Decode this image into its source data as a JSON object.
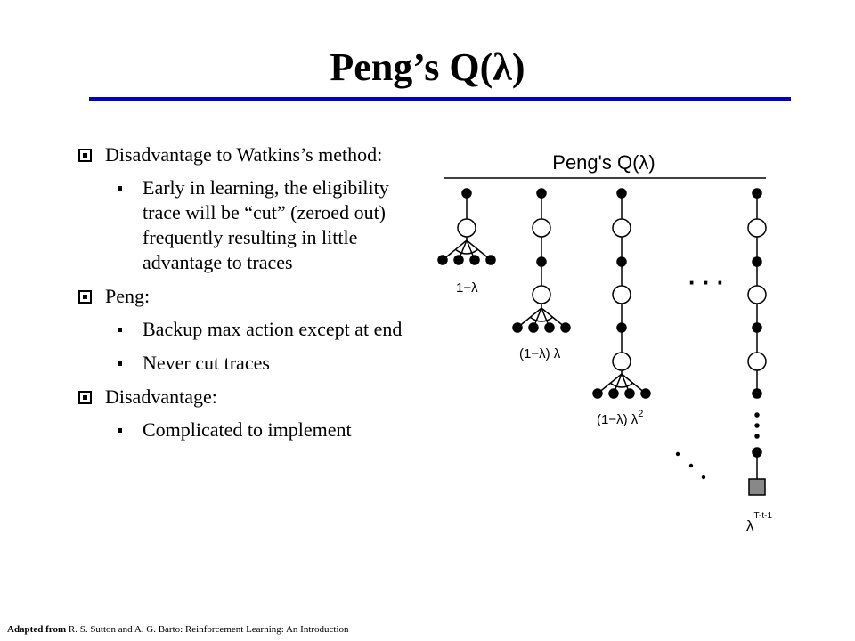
{
  "slide": {
    "title": "Peng’s Q(λ)"
  },
  "bullets": [
    {
      "text": "Disadvantage to Watkins’s method:",
      "sub": [
        "Early in learning, the eligibility trace will be “cut” (zeroed out) frequently resulting in little advantage to traces"
      ]
    },
    {
      "text": "Peng:",
      "sub": [
        "Backup max action except at end",
        "Never cut traces"
      ]
    },
    {
      "text": "Disadvantage:",
      "sub": [
        "Complicated to implement"
      ]
    }
  ],
  "diagram": {
    "title": "Peng's Q(λ)",
    "weights": [
      "1−λ",
      "(1−λ) λ",
      "(1−λ) λ",
      "λ"
    ],
    "superscripts": [
      "",
      "",
      "2",
      "T-t-1"
    ],
    "continuation": "· · ·"
  },
  "footer": {
    "prefix": "Adapted from",
    "source": "R. S. Sutton and A. G. Barto: Reinforcement Learning: An Introduction"
  }
}
